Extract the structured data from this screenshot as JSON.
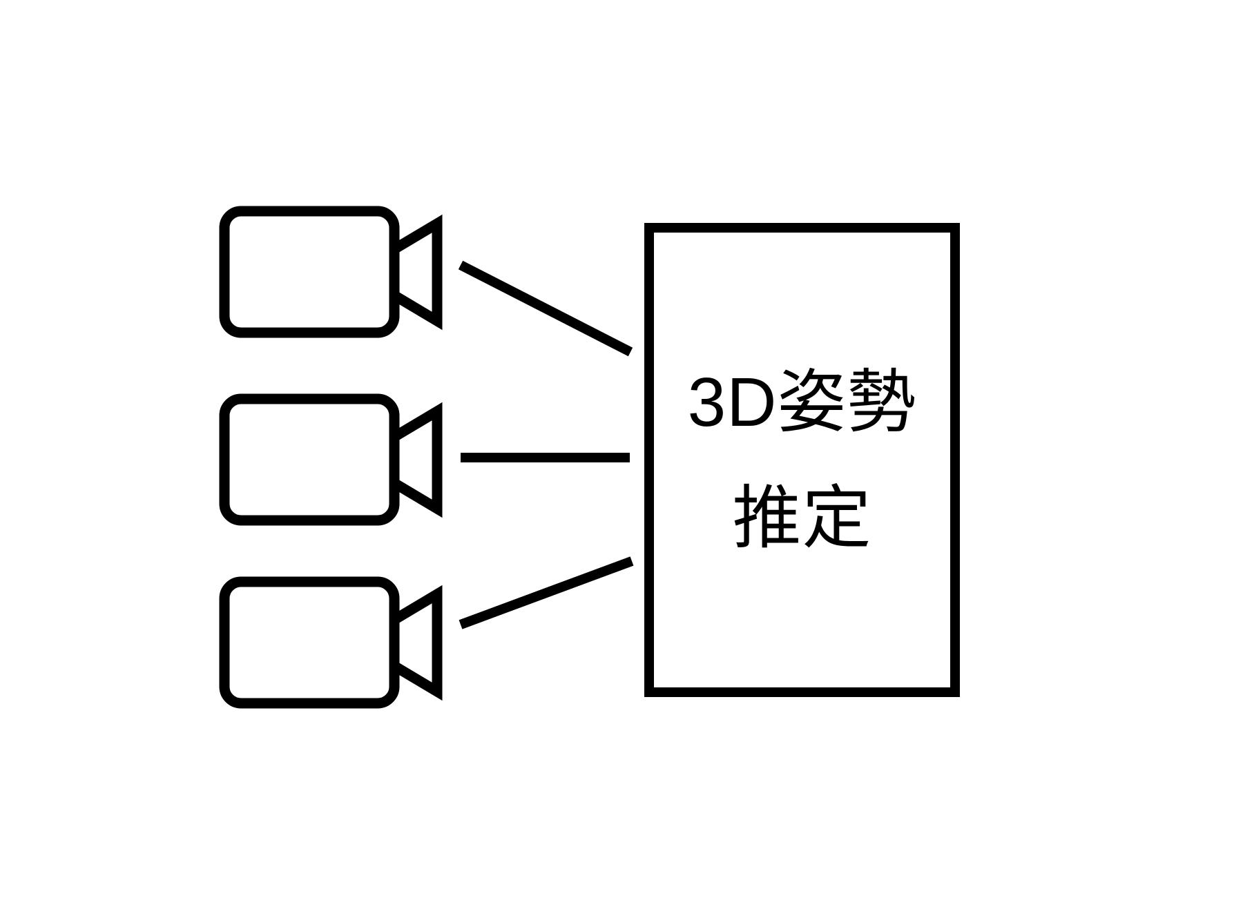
{
  "diagram": {
    "title": "multi-camera 3d pose estimation diagram",
    "background_color": "#ffffff",
    "ink_color": "#000000",
    "cameras": [
      {
        "id": "camera-top",
        "icon": "video-camera-icon"
      },
      {
        "id": "camera-middle",
        "icon": "video-camera-icon"
      },
      {
        "id": "camera-bottom",
        "icon": "video-camera-icon"
      }
    ],
    "box": {
      "label_line1": "3D姿勢",
      "label_line2": "推定"
    },
    "connectors": [
      {
        "from": "camera-top",
        "to": "pose-box"
      },
      {
        "from": "camera-middle",
        "to": "pose-box"
      },
      {
        "from": "camera-bottom",
        "to": "pose-box"
      }
    ]
  }
}
